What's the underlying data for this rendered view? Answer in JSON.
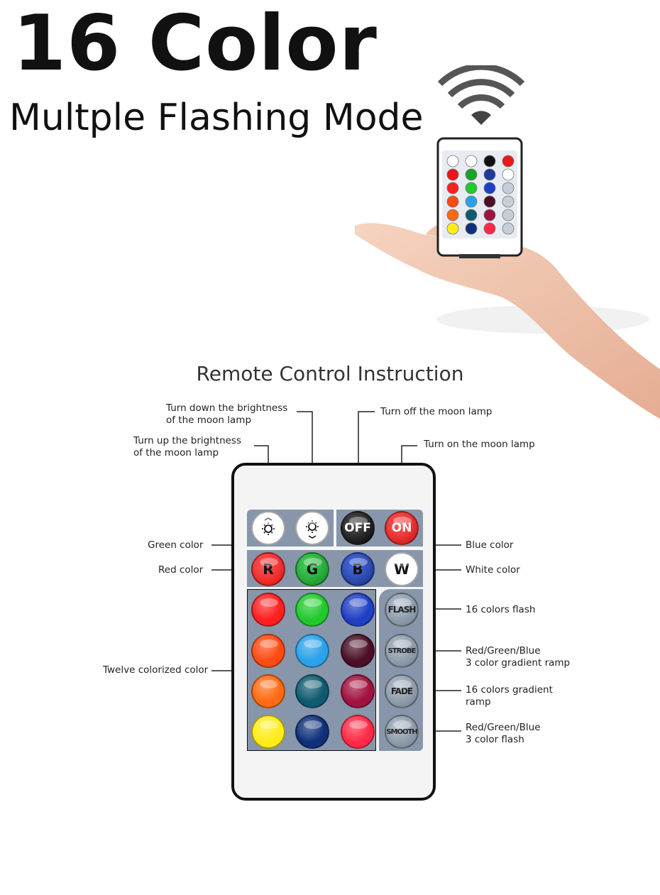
{
  "header": {
    "title": "16 Color",
    "subtitle": "Multple Flashing Mode"
  },
  "section_title": "Remote Control Instruction",
  "callouts": {
    "brightness_down": "Turn down the brightness\nof the moon lamp",
    "brightness_up": "Turn up the brightness\nof the moon lamp",
    "off": "Turn off the moon lamp",
    "on": "Turn on the moon lamp",
    "green": "Green color",
    "red": "Red color",
    "blue": "Blue color",
    "white": "White color",
    "twelve": "Twelve colorized color",
    "flash": "16 colors flash",
    "strobe": "Red/Green/Blue\n3 color gradient ramp",
    "fade": "16 colors gradient\nramp",
    "smooth": "Red/Green/Blue\n3 color flash"
  },
  "remote": {
    "buttons": {
      "off": "OFF",
      "on": "ON",
      "r": "R",
      "g": "G",
      "b": "B",
      "w": "W",
      "flash": "FLASH",
      "strobe": "STROBE",
      "fade": "FADE",
      "smooth": "SMOOTH"
    },
    "icons": {
      "brightness_up": "sun-arrow-up-icon",
      "brightness_down": "sun-arrow-down-icon",
      "wifi": "wireless-signal-icon"
    },
    "color_grid": [
      [
        "#ff1f1f",
        "#22c92d",
        "#1f3fc4"
      ],
      [
        "#ff4a12",
        "#2aa1ea",
        "#4a0f26"
      ],
      [
        "#ff6a12",
        "#0e5a6e",
        "#a0123f"
      ],
      [
        "#ffec1a",
        "#0f2f7a",
        "#ff2a45"
      ]
    ],
    "colors": {
      "red": "#e81818",
      "green": "#15a32a",
      "blue": "#1d3b9c",
      "white": "#ffffff",
      "panel": "#8796aa",
      "off": "#111111",
      "on": "#e8191a"
    }
  }
}
